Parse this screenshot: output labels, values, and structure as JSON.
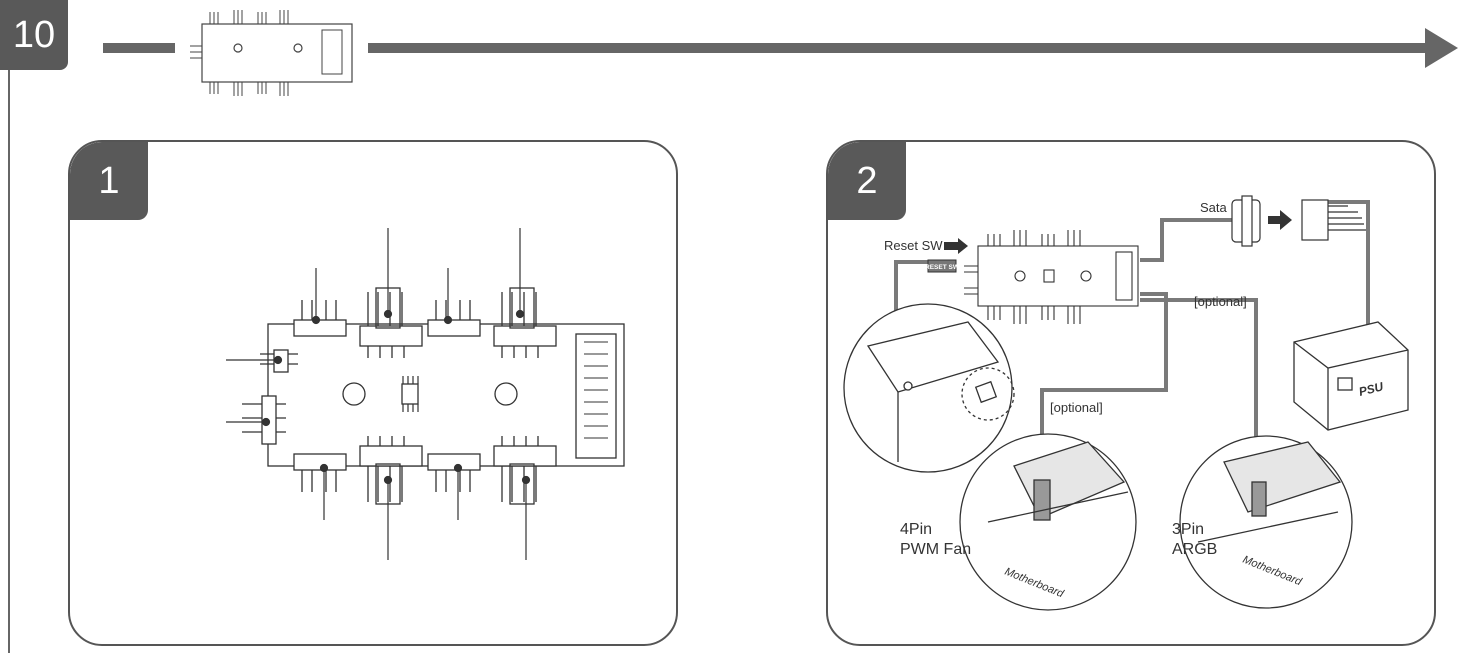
{
  "step": {
    "number": "10"
  },
  "panels": [
    {
      "number": "1"
    },
    {
      "number": "2"
    }
  ],
  "labels": {
    "sata": "Sata",
    "reset_sw": "Reset SW",
    "reset_sw_chip": "RESET SW",
    "optional_right": "[optional]",
    "optional_left": "[optional]",
    "fan_line1": "4Pin",
    "fan_line2": "PWM Fan",
    "argb_line1": "3Pin",
    "argb_line2": "ARGB",
    "motherboard_left": "Motherboard",
    "motherboard_right": "Motherboard",
    "psu": "PSU"
  },
  "colors": {
    "badge": "#595959",
    "line": "#555555",
    "cable": "#7a7a7a"
  }
}
